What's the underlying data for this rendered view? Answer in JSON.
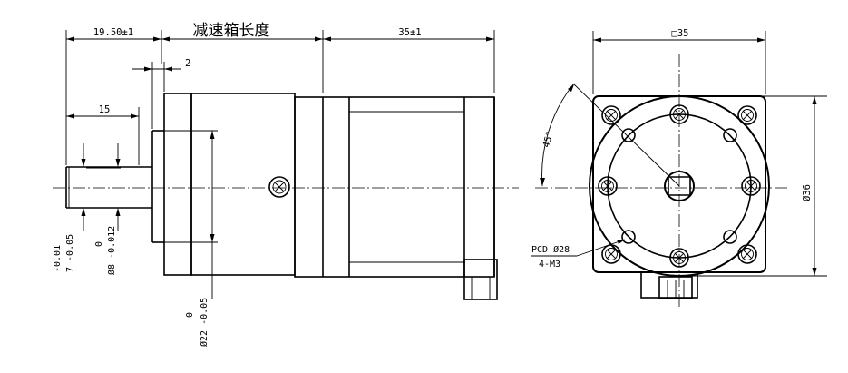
{
  "colors": {
    "line": "#000000",
    "background": "#ffffff"
  },
  "side_view": {
    "title": "减速箱长度",
    "dim_gearbox_length": "19.50±1",
    "dim_motor_length": "35±1",
    "dim_flange_thickness": "2",
    "dim_shaft_length": "15",
    "shaft_tol_lower": "-0.01",
    "shaft_tol_main": "7 -0.05",
    "shaft_d_upper": "0",
    "shaft_d_main": "Ø8 -0.012",
    "pilot_upper": "0",
    "pilot_main": "Ø22 -0.05"
  },
  "front_view": {
    "dim_square": "□35",
    "dim_angle": "45°",
    "dim_outer_diameter": "Ø36",
    "pcd_label": "PCD Ø28",
    "thread_label": "4-M3"
  }
}
